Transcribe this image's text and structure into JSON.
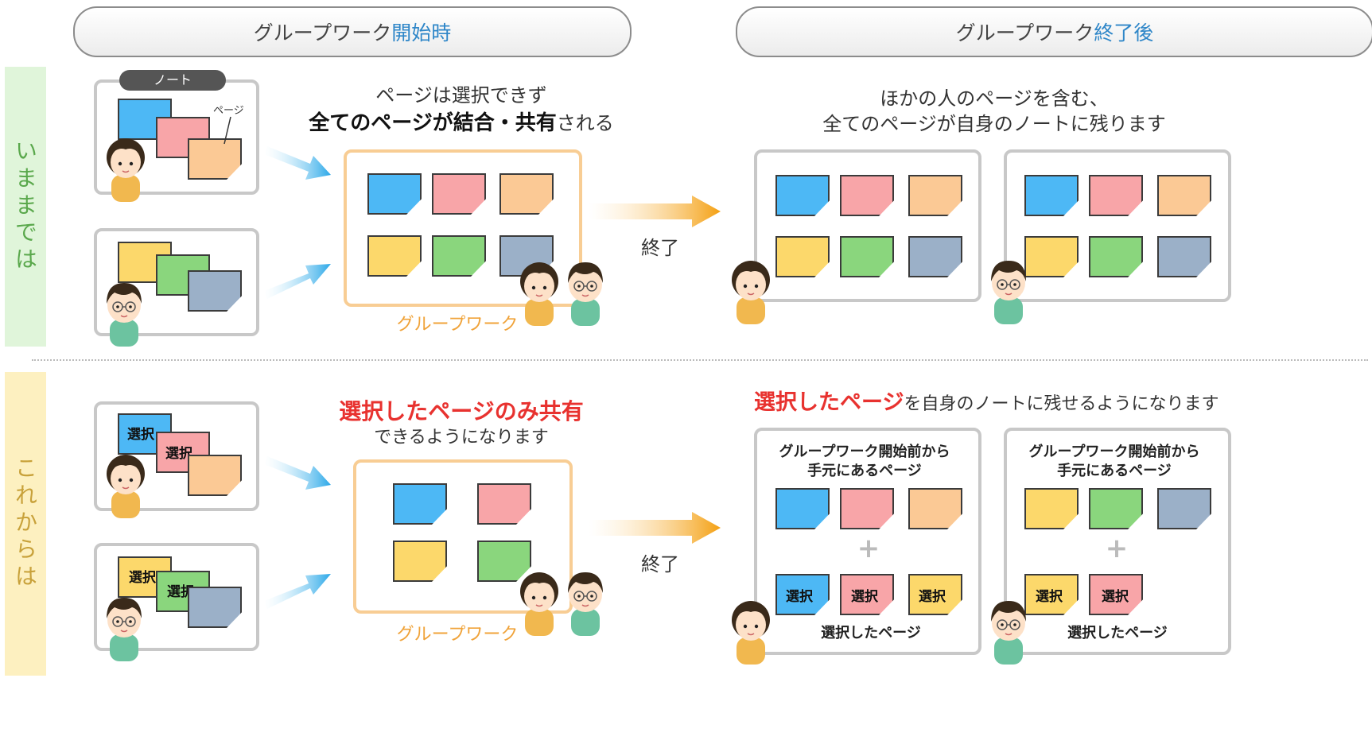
{
  "header": {
    "left": {
      "prefix": "グループワーク",
      "highlight": "開始時"
    },
    "right": {
      "prefix": "グループワーク",
      "highlight": "終了後"
    }
  },
  "rows": {
    "top_label": "いままでは",
    "bottom_label": "これからは"
  },
  "top": {
    "note_tab": "ノート",
    "page_label": "ページ",
    "caption_line1": "ページは選択できず",
    "caption_line2_bold": "全てのページが結合・共有",
    "caption_line2_rest": "される",
    "result_line1": "ほかの人のページを含む、",
    "result_line2": "全てのページが自身のノートに残ります",
    "group_label": "グループワーク",
    "end_label": "終了"
  },
  "bottom": {
    "select_label": "選択",
    "caption_red": "選択したページのみ共有",
    "caption_rest": "できるようになります",
    "result_red": "選択したページ",
    "result_rest": "を自身のノートに残せるようになります",
    "panel_title_line1": "グループワーク開始前から",
    "panel_title_line2": "手元にあるページ",
    "plus": "+",
    "selected_pages": "選択したページ",
    "group_label": "グループワーク",
    "end_label": "終了"
  },
  "colors": {
    "blue": "#4db8f5",
    "pink": "#f8a5a8",
    "orange": "#fbc995",
    "yellow": "#fcd86b",
    "green": "#8ad67d",
    "slate": "#9bb0c8",
    "red_text": "#e8322f",
    "highlight_blue": "#2e86c8",
    "top_band": "#e0f5da",
    "bottom_band": "#fdf0c0"
  }
}
